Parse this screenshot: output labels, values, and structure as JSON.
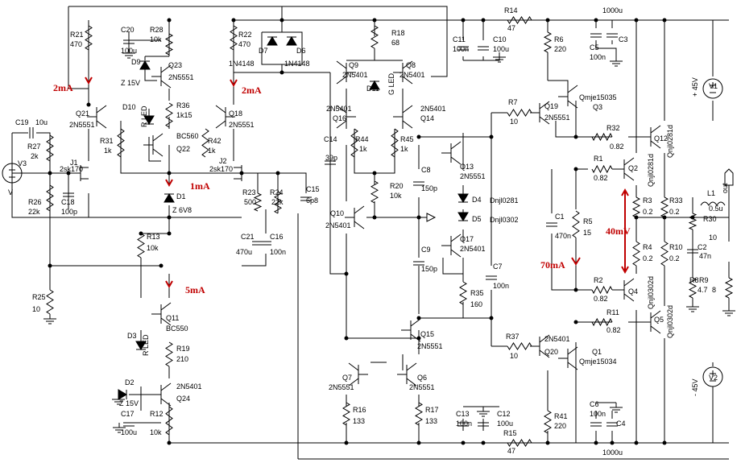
{
  "labels": {
    "R21": {
      "name": "R21",
      "value": "470"
    },
    "R28": {
      "name": "R28",
      "value": "10k"
    },
    "C20": {
      "name": "C20",
      "value": "100u"
    },
    "D9": {
      "name": "D9",
      "value": "Z 15V"
    },
    "Q23": {
      "name": "Q23",
      "value": "2N5551"
    },
    "R22": {
      "name": "R22",
      "value": "470"
    },
    "D7": {
      "name": "D7",
      "value": "1N4148"
    },
    "D6": {
      "name": "D6",
      "value": "1N4148"
    },
    "R18": {
      "name": "R18",
      "value": "68"
    },
    "Q9": {
      "name": "Q9",
      "value": "2N5401"
    },
    "Q8": {
      "name": "Q8",
      "value": "2N5401"
    },
    "C11": {
      "name": "C11",
      "value": "100n"
    },
    "C10": {
      "name": "C10",
      "value": "100u"
    },
    "R14": {
      "name": "R14",
      "value": "47"
    },
    "R6": {
      "name": "R6",
      "value": "220"
    },
    "C5": {
      "name": "C5",
      "value": "100n"
    },
    "C3": {
      "name": "C3",
      "value": "1000u"
    },
    "V1": {
      "name": "V1",
      "value": "+ 45V"
    },
    "Q21": {
      "name": "Q21",
      "value": "2N5551"
    },
    "D10": {
      "name": "D10",
      "value": "R LED"
    },
    "R36": {
      "name": "R36",
      "value": "1k15"
    },
    "Q18": {
      "name": "Q18",
      "value": "2N5551"
    },
    "D11": {
      "name": "D11",
      "value": "G LED"
    },
    "Q16": {
      "name": "Q16",
      "value": "2N5401"
    },
    "Q14": {
      "name": "Q14",
      "value": "2N5401"
    },
    "R7": {
      "name": "R7",
      "value": "10"
    },
    "Q19": {
      "name": "Q19",
      "value": "2N5551"
    },
    "Q3": {
      "name": "Q3",
      "value": "Qmje15035"
    },
    "R32": {
      "name": "R32",
      "value": "0.82"
    },
    "Q12": {
      "name": "Q12",
      "value": "Qnjl0281d"
    },
    "C19": {
      "name": "C19",
      "value": "10u"
    },
    "R27": {
      "name": "R27",
      "value": "2k"
    },
    "R31": {
      "name": "R31",
      "value": "1k"
    },
    "Q22": {
      "name": "Q22",
      "value": "BC560"
    },
    "R42": {
      "name": "R42",
      "value": "1k"
    },
    "C14": {
      "name": "C14",
      "value": "39p"
    },
    "R44": {
      "name": "R44",
      "value": "1k"
    },
    "R45": {
      "name": "R45",
      "value": "1k"
    },
    "Q13": {
      "name": "Q13",
      "value": "2N5551"
    },
    "R1": {
      "name": "R1",
      "value": "0.82"
    },
    "Q2": {
      "name": "Q2",
      "value": "Qnjl0281d"
    },
    "V3": {
      "name": "V3",
      "value": "V"
    },
    "J1": {
      "name": "J1",
      "value": "2sk170"
    },
    "J2": {
      "name": "J2",
      "value": "2sk170"
    },
    "C8": {
      "name": "C8",
      "value": "150p"
    },
    "R20": {
      "name": "R20",
      "value": "10k"
    },
    "D4": {
      "name": "D4",
      "value": ""
    },
    "R3": {
      "name": "R3",
      "value": "0.2"
    },
    "R33": {
      "name": "R33",
      "value": "0.2"
    },
    "L1": {
      "name": "L1",
      "value": "0.5u"
    },
    "R30": {
      "name": "R30",
      "value": "10"
    },
    "R26": {
      "name": "R26",
      "value": "22k"
    },
    "C18": {
      "name": "C18",
      "value": "100p"
    },
    "D1": {
      "name": "D1",
      "value": "Z 6V8"
    },
    "R23": {
      "name": "R23",
      "value": "500"
    },
    "R24": {
      "name": "R24",
      "value": "22k"
    },
    "C15": {
      "name": "C15",
      "value": "6p8"
    },
    "Q10": {
      "name": "Q10",
      "value": "2N5401"
    },
    "D5": {
      "name": "D5",
      "value": ""
    },
    "C1": {
      "name": "C1",
      "value": "470n"
    },
    "R5": {
      "name": "R5",
      "value": "15"
    },
    "R4": {
      "name": "R4",
      "value": "0.2"
    },
    "R10": {
      "name": "R10",
      "value": "0.2"
    },
    "C2": {
      "name": "C2",
      "value": "47n"
    },
    "R8": {
      "name": "R8",
      "value": "4.7"
    },
    "R9": {
      "name": "R9",
      "value": "8"
    },
    "R13": {
      "name": "R13",
      "value": "10k"
    },
    "C21": {
      "name": "C21",
      "value": "470u"
    },
    "C16": {
      "name": "C16",
      "value": "100n"
    },
    "C9": {
      "name": "C9",
      "value": "150p"
    },
    "Q17": {
      "name": "Q17",
      "value": "2N5401"
    },
    "C7": {
      "name": "C7",
      "value": "100n"
    },
    "R2": {
      "name": "R2",
      "value": "0.82"
    },
    "Q4": {
      "name": "Q4",
      "value": "Qnjl0302d"
    },
    "R25": {
      "name": "R25",
      "value": "10"
    },
    "R35": {
      "name": "R35",
      "value": "160"
    },
    "Q11": {
      "name": "Q11",
      "value": "BC550"
    },
    "R11": {
      "name": "R11",
      "value": "0.82"
    },
    "Q5": {
      "name": "Q5",
      "value": "Qnjl0302d"
    },
    "D3": {
      "name": "D3",
      "value": "R LED"
    },
    "R19": {
      "name": "R19",
      "value": "210"
    },
    "Q15": {
      "name": "Q15",
      "value": "2N5551"
    },
    "R37": {
      "name": "R37",
      "value": "10"
    },
    "Q20": {
      "name": "Q20",
      "value": "2N5401"
    },
    "Q1": {
      "name": "Q1",
      "value": "Qmje15034"
    },
    "V2": {
      "name": "V2",
      "value": "- 45V"
    },
    "Q24": {
      "name": "Q24",
      "value": "2N5401"
    },
    "D2": {
      "name": "D2",
      "value": "Z 15V"
    },
    "Q7": {
      "name": "Q7",
      "value": "2N5551"
    },
    "Q6": {
      "name": "Q6",
      "value": "2N5551"
    },
    "C17": {
      "name": "C17",
      "value": "100u"
    },
    "R12": {
      "name": "R12",
      "value": "10k"
    },
    "R16": {
      "name": "R16",
      "value": "133"
    },
    "R17": {
      "name": "R17",
      "value": "133"
    },
    "C13": {
      "name": "C13",
      "value": "100n"
    },
    "C12": {
      "name": "C12",
      "value": "100u"
    },
    "R15": {
      "name": "R15",
      "value": "47"
    },
    "R41": {
      "name": "R41",
      "value": "220"
    },
    "C6": {
      "name": "C6",
      "value": "100n"
    },
    "C4": {
      "name": "C4",
      "value": "1000u"
    }
  },
  "part_numbers": {
    "dnjl0281": "Dnjl0281",
    "dnjl0302": "Dnjl0302"
  },
  "output_label": "out",
  "annotations": {
    "i_2mA_left": "2mA",
    "i_2mA_right": "2mA",
    "i_1mA": "1mA",
    "i_5mA": "5mA",
    "v_40mV": "40mV",
    "i_70mA": "70mA"
  }
}
